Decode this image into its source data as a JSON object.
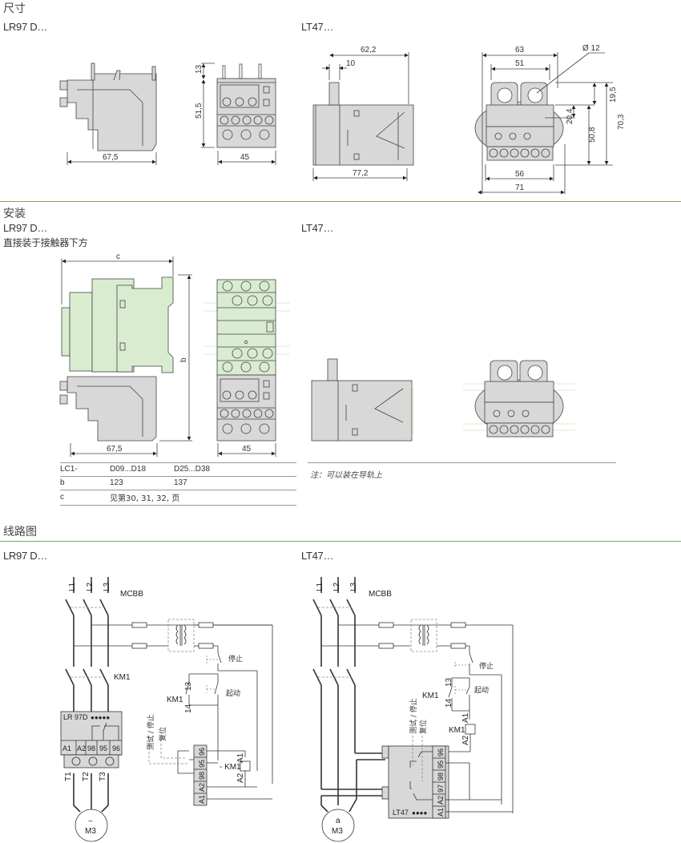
{
  "sections": {
    "dimensions": {
      "title": "尺寸",
      "lr97": {
        "label": "LR97 D…",
        "side_width": "67,5",
        "front_top": "13",
        "front_height": "51,5",
        "front_width": "45"
      },
      "lt47": {
        "label": "LT47…",
        "side_total": "62,2",
        "side_tab": "10",
        "side_depth": "77,2",
        "front_outer": "63",
        "front_inner": "51",
        "hole_dia": "Ø 12",
        "dim_19_5": "19,5",
        "dim_20_4": "20,4",
        "dim_50_8": "50,8",
        "dim_70_3": "70,3",
        "front_base": "56",
        "front_total": "71"
      }
    },
    "mounting": {
      "title": "安装",
      "lr97": {
        "label": "LR97 D…",
        "subtitle": "直接装于接触器下方",
        "dim_c": "c",
        "dim_b": "b",
        "dim_width": "67,5",
        "dim_front": "45"
      },
      "lt47": {
        "label": "LT47…",
        "note": "注：可以装在导轨上"
      },
      "table": {
        "rows": [
          [
            "LC1-",
            "D09...D18",
            "D25...D38"
          ],
          [
            "b",
            "123",
            "137"
          ],
          [
            "c",
            "见第30, 31, 32, 页",
            ""
          ]
        ]
      }
    },
    "wiring": {
      "title": "线路图",
      "lr97": {
        "label": "LR97 D…",
        "phases": [
          "L1",
          "L2",
          "L3"
        ],
        "breaker": "MCBB",
        "contactor": "KM1",
        "stop": "停止",
        "start": "起动",
        "aux_13": "13",
        "aux_14": "14",
        "relay_name": "LR 97D",
        "relay_terminals": [
          "A1",
          "A2",
          "98",
          "95",
          "96"
        ],
        "outputs": [
          "T1",
          "T2",
          "T3"
        ],
        "test_stop": "测试 / 停止",
        "reset": "复位",
        "coil": "- KM1",
        "coil_a1": "A1",
        "coil_a2": "A2",
        "vert_terminals": [
          "96",
          "95",
          "98",
          "A2",
          "A1"
        ],
        "motor_sym": "~",
        "motor": "M3"
      },
      "lt47": {
        "label": "LT47…",
        "phases": [
          "L1",
          "L2",
          "L3"
        ],
        "breaker": "MCBB",
        "contactor": "KM1",
        "stop": "停止",
        "start": "起动",
        "aux_13": "13",
        "aux_14": "14",
        "coil": "KM1",
        "coil_a1": "A1",
        "coil_a2": "A2",
        "test_stop": "测试 / 停止",
        "reset": "复位",
        "relay_name": "LT47",
        "vert_terminals": [
          "96",
          "95",
          "98",
          "97",
          "A2",
          "A1"
        ],
        "motor_sym": "a",
        "motor": "M3"
      }
    }
  },
  "colors": {
    "rule": "#7aa86a",
    "device_gray": "#d8d8d8",
    "contactor_green": "#d9ecd0"
  }
}
